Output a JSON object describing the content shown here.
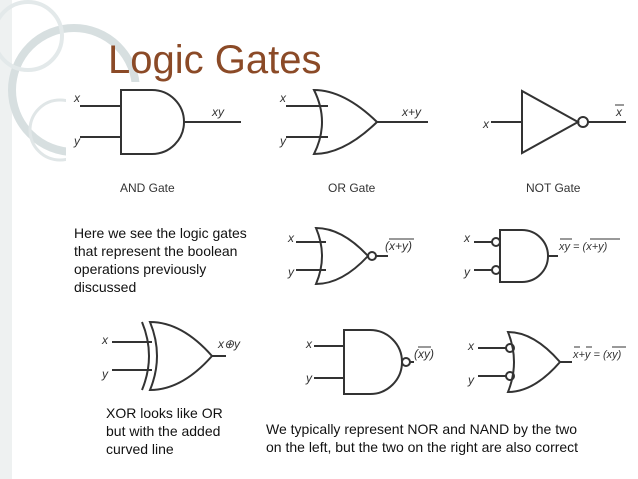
{
  "title": "Logic Gates",
  "gates": {
    "and": {
      "in1": "x",
      "in2": "y",
      "out": "xy",
      "caption": "AND Gate"
    },
    "or": {
      "in1": "x",
      "in2": "y",
      "out": "x+y",
      "caption": "OR Gate"
    },
    "not": {
      "in": "x",
      "out": "x",
      "caption": "NOT Gate"
    },
    "nor": {
      "in1": "x",
      "in2": "y",
      "out": "(x+y)"
    },
    "nor_alt": {
      "in1": "x",
      "in2": "y",
      "out": "xy = (x+y)"
    },
    "xor": {
      "in1": "x",
      "in2": "y",
      "out": "x⊕y"
    },
    "nand": {
      "in1": "x",
      "in2": "y",
      "out": "(xy)"
    },
    "nand_alt": {
      "in1": "x",
      "in2": "y",
      "out": "x+y = (xy)"
    }
  },
  "notes": {
    "logic_gates_intro": [
      "Here we see the logic gates",
      "that represent the boolean",
      "operations previously",
      "discussed"
    ],
    "xor_note": [
      "XOR looks like OR",
      "but with the added",
      "curved line"
    ],
    "nor_nand_note": [
      "We typically represent NOR and NAND by the two",
      "on the left, but the two on the right are also correct"
    ]
  },
  "colors": {
    "title": "#8b4a27",
    "gate_stroke": "#333333",
    "decor_ring": "#d7dfe0"
  }
}
